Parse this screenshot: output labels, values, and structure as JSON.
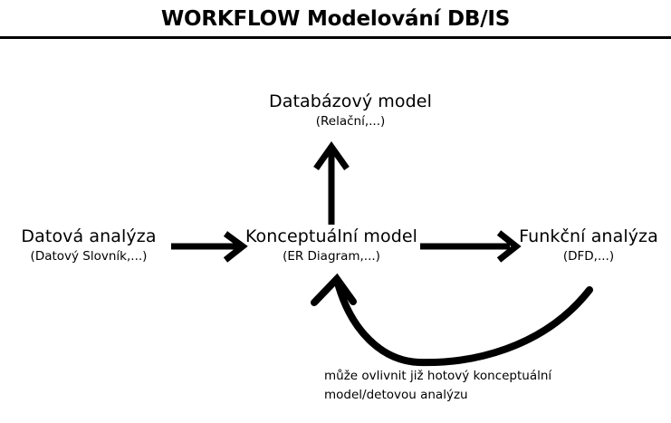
{
  "header": {
    "title": "WORKFLOW Modelování DB/IS"
  },
  "diagram": {
    "type": "workflow-flowchart",
    "nodes": [
      {
        "id": "database-model",
        "label": "Databázový model",
        "sublabel": "(Relační,...)"
      },
      {
        "id": "data-analysis",
        "label": "Datová analýza",
        "sublabel": "(Datový Slovník,...)"
      },
      {
        "id": "conceptual-model",
        "label": "Konceptuální model",
        "sublabel": "(ER Diagram,...)"
      },
      {
        "id": "functional-analysis",
        "label": "Funkční analýza",
        "sublabel": "(DFD,...)"
      }
    ],
    "edges": [
      {
        "id": "data-to-concept",
        "from": "data-analysis",
        "to": "conceptual-model",
        "style": "straight-arrow",
        "direction": "right"
      },
      {
        "id": "concept-to-func",
        "from": "conceptual-model",
        "to": "functional-analysis",
        "style": "straight-arrow",
        "direction": "right"
      },
      {
        "id": "concept-to-db",
        "from": "conceptual-model",
        "to": "database-model",
        "style": "straight-arrow",
        "direction": "up"
      },
      {
        "id": "func-feedback",
        "from": "functional-analysis",
        "to": "conceptual-model",
        "style": "curved-arrow",
        "direction": "left"
      }
    ]
  },
  "feedback_note": {
    "line1": "může ovlivnit již hotový konceptuální",
    "line2": "model/detovou analýzu"
  },
  "colors": {
    "ink": "#000000",
    "background": "#ffffff"
  }
}
